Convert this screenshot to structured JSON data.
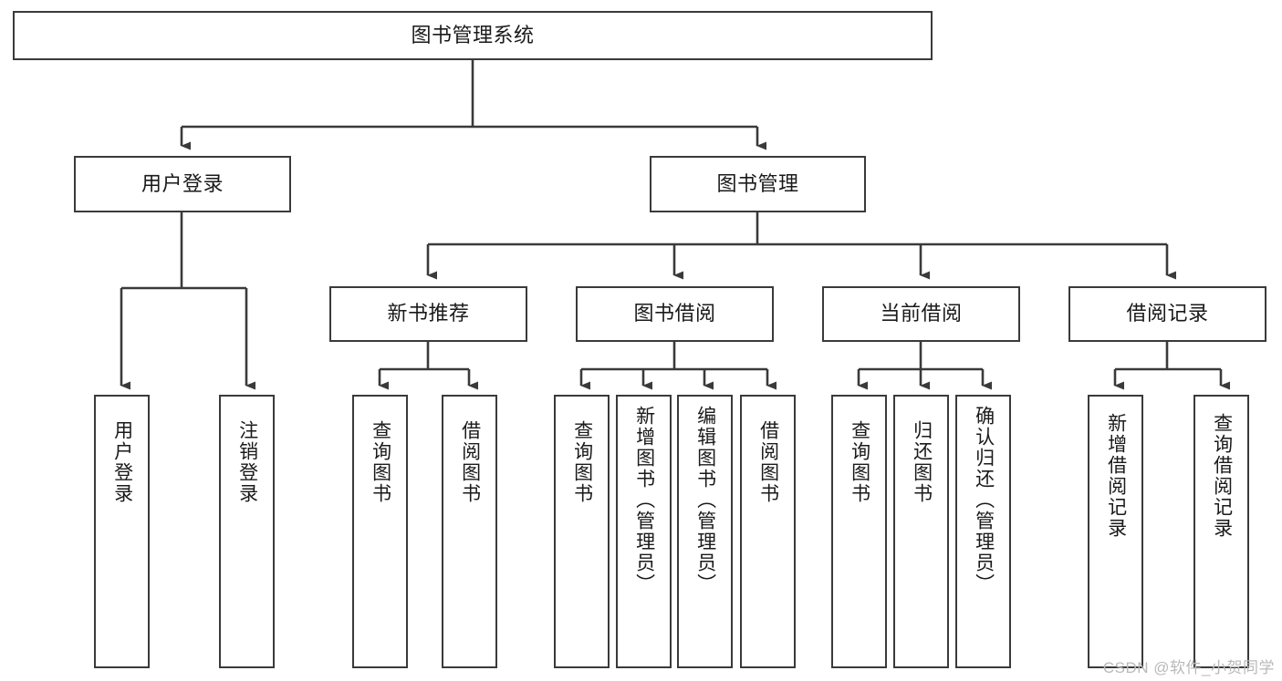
{
  "diagram": {
    "title": "图书管理系统",
    "watermark": "CSDN @软件_小贺同学",
    "accent_color": "#3a3a3a",
    "background_color": "#ffffff",
    "nodes": {
      "root": {
        "label": "图书管理系统"
      },
      "level2": [
        {
          "key": "user-login",
          "label": "用户登录"
        },
        {
          "key": "book-manage",
          "label": "图书管理"
        }
      ],
      "level3": [
        {
          "key": "new-book-recommend",
          "label": "新书推荐"
        },
        {
          "key": "book-borrow",
          "label": "图书借阅"
        },
        {
          "key": "current-borrow",
          "label": "当前借阅"
        },
        {
          "key": "borrow-record",
          "label": "借阅记录"
        }
      ],
      "leaves": [
        {
          "key": "leaf-user-login",
          "label": "用户登录",
          "parent": "user-login"
        },
        {
          "key": "leaf-logout-login",
          "label": "注销登录",
          "parent": "user-login"
        },
        {
          "key": "leaf-query-book-1",
          "label": "查询图书",
          "parent": "new-book-recommend"
        },
        {
          "key": "leaf-borrow-book-1",
          "label": "借阅图书",
          "parent": "new-book-recommend"
        },
        {
          "key": "leaf-query-book-2",
          "label": "查询图书",
          "parent": "book-borrow"
        },
        {
          "key": "leaf-add-book",
          "label": "新增图书（管理员）",
          "parent": "book-borrow"
        },
        {
          "key": "leaf-edit-book",
          "label": "编辑图书（管理员）",
          "parent": "book-borrow"
        },
        {
          "key": "leaf-borrow-book-2",
          "label": "借阅图书",
          "parent": "book-borrow"
        },
        {
          "key": "leaf-query-book-3",
          "label": "查询图书",
          "parent": "current-borrow"
        },
        {
          "key": "leaf-return-book",
          "label": "归还图书",
          "parent": "current-borrow"
        },
        {
          "key": "leaf-confirm-return",
          "label": "确认归还（管理员）",
          "parent": "current-borrow"
        },
        {
          "key": "leaf-add-record",
          "label": "新增借阅记录",
          "parent": "borrow-record"
        },
        {
          "key": "leaf-query-record",
          "label": "查询借阅记录",
          "parent": "borrow-record"
        }
      ]
    }
  }
}
